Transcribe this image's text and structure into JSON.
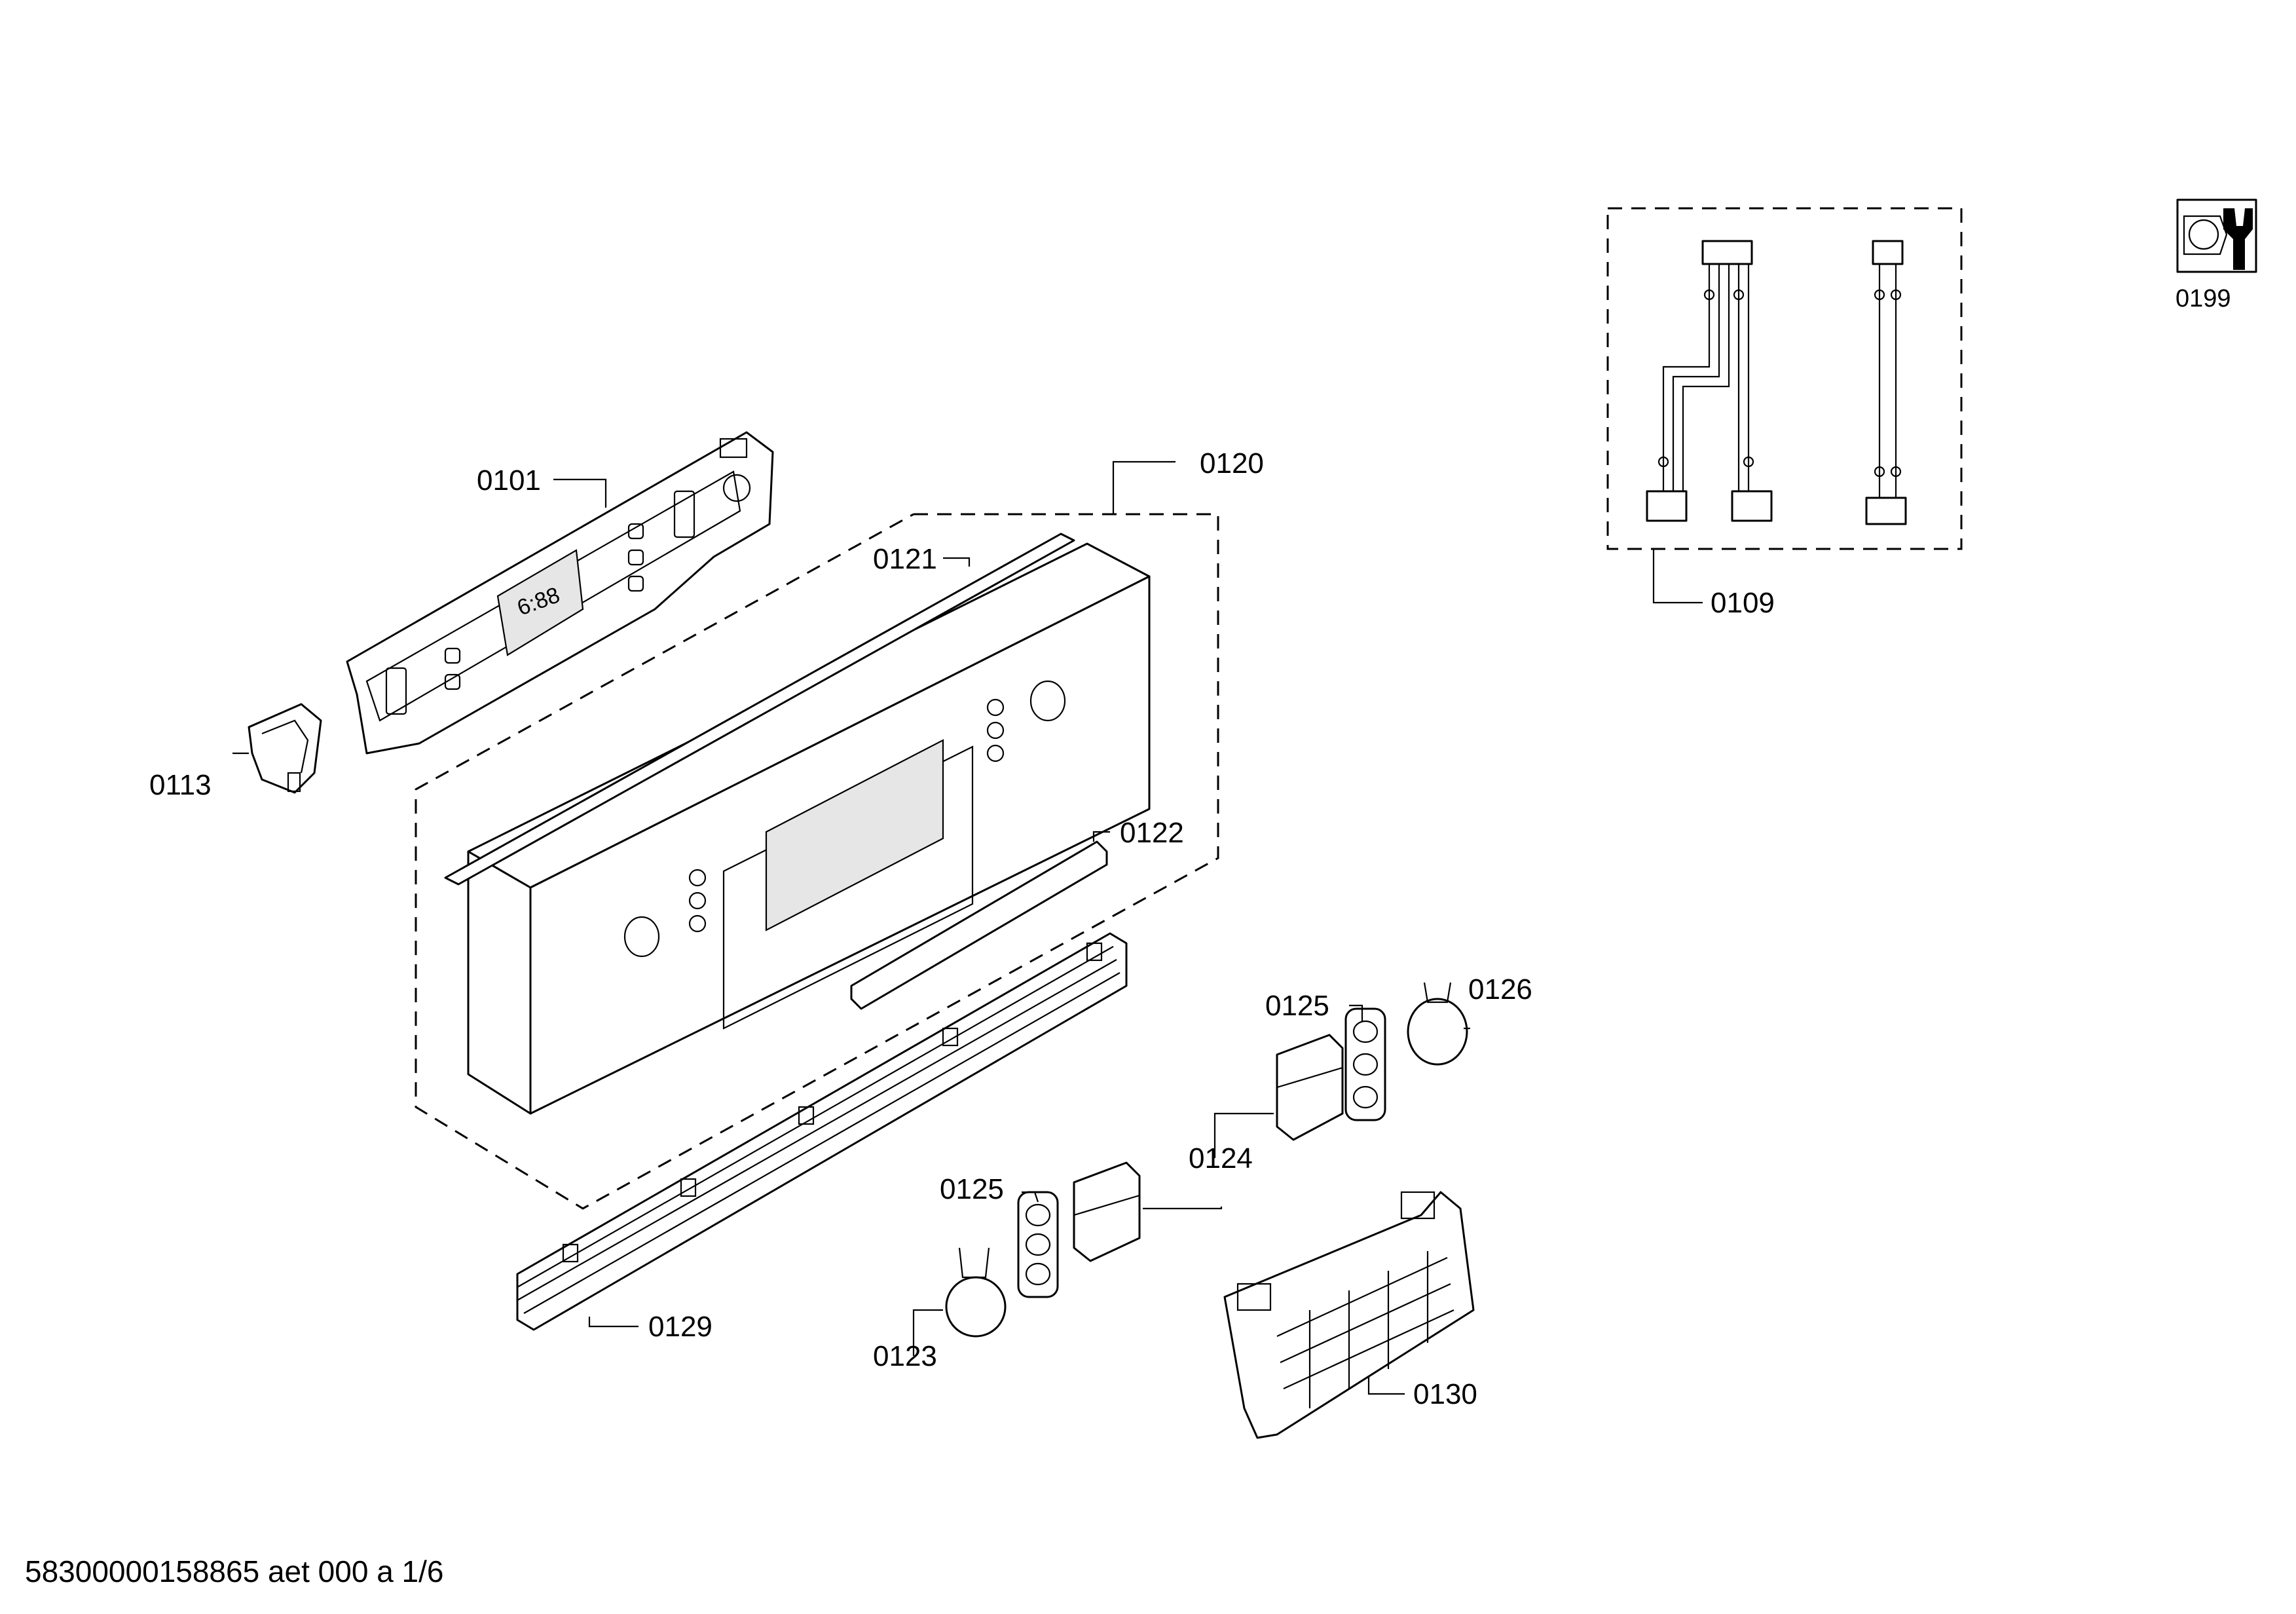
{
  "diagram": {
    "type": "exploded-parts-drawing",
    "footer_code": "58300000158865 aet 000 a 1/6",
    "parts": [
      {
        "id": "p0101",
        "number": "0101"
      },
      {
        "id": "p0113",
        "number": "0113"
      },
      {
        "id": "p0120",
        "number": "0120"
      },
      {
        "id": "p0121",
        "number": "0121"
      },
      {
        "id": "p0122",
        "number": "0122"
      },
      {
        "id": "p0109",
        "number": "0109"
      },
      {
        "id": "p0199",
        "number": "0199"
      },
      {
        "id": "p0125a",
        "number": "0125"
      },
      {
        "id": "p0126",
        "number": "0126"
      },
      {
        "id": "p0124",
        "number": "0124"
      },
      {
        "id": "p0125b",
        "number": "0125"
      },
      {
        "id": "p0129",
        "number": "0129"
      },
      {
        "id": "p0123",
        "number": "0123"
      },
      {
        "id": "p0130",
        "number": "0130"
      }
    ],
    "display_digits": "6:88"
  }
}
